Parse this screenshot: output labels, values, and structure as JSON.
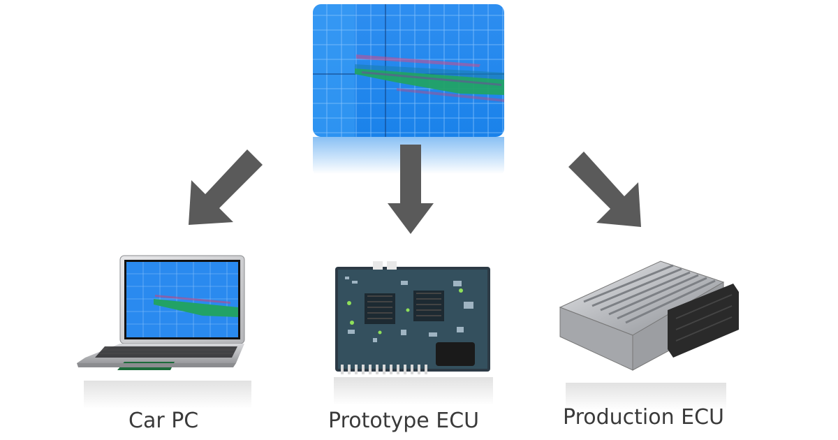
{
  "diagram": {
    "source": {
      "icon": "calibration-map-plot"
    },
    "targets": [
      {
        "label": "Car PC",
        "icon": "laptop-icon"
      },
      {
        "label": "Prototype ECU",
        "icon": "circuit-board-icon"
      },
      {
        "label": "Production ECU",
        "icon": "ecu-module-icon"
      }
    ],
    "colors": {
      "plot_background": "#1f8ff0",
      "plot_grid": "#8cc8ff",
      "plot_band": "#1fa070",
      "arrow": "#5a5a5a",
      "label_text": "#3a3a3a"
    }
  }
}
